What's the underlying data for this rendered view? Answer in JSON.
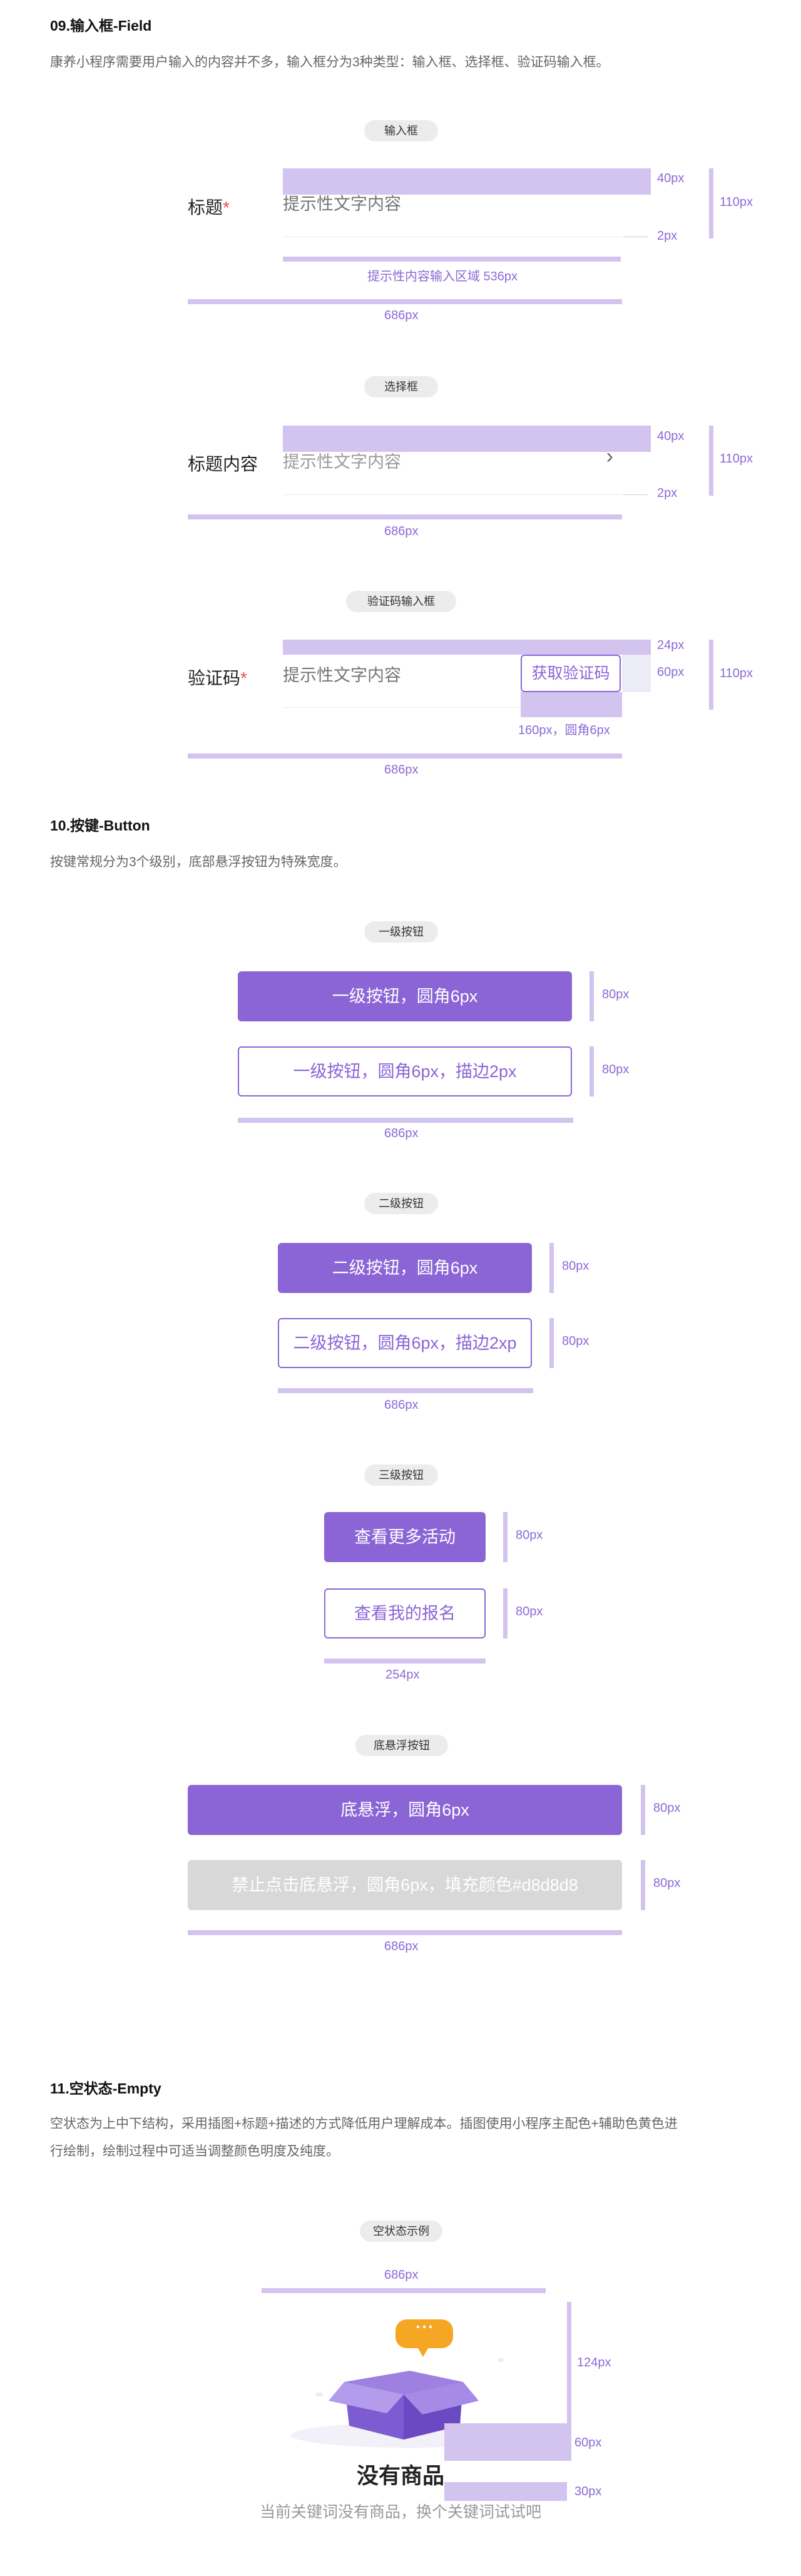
{
  "field": {
    "title": "09.输入框-Field",
    "desc": "康养小程序需要用户输入的内容并不多，输入框分为3种类型：输入框、选择框、验证码输入框。",
    "input_pill": "输入框",
    "select_pill": "选择框",
    "code_pill": "验证码输入框",
    "input_label": "标题",
    "select_label": "标题内容",
    "code_label": "验证码",
    "required_mark": "*",
    "placeholder": "提示性文字内容",
    "area_note": "提示性内容输入区域  536px",
    "code_button": "获取验证码",
    "code_note": "160px，圆角6px",
    "dim_40": "40px",
    "dim_2": "2px",
    "dim_110": "110px",
    "dim_24": "24px",
    "dim_60": "60px",
    "dim_686": "686px",
    "chevron": "›"
  },
  "button": {
    "title": "10.按键-Button",
    "desc": "按键常规分为3个级别，底部悬浮按钮为特殊宽度。",
    "level1_pill": "一级按钮",
    "level1_solid": "一级按钮，圆角6px",
    "level1_line": "一级按钮，圆角6px，描边2px",
    "level2_pill": "二级按钮",
    "level2_solid": "二级按钮，圆角6px",
    "level2_line": "二级按钮，圆角6px，描边2xp",
    "level3_pill": "三级按钮",
    "level3_solid": "查看更多活动",
    "level3_line": "查看我的报名",
    "bottom_pill": "底悬浮按钮",
    "bottom_solid": "底悬浮，圆角6px",
    "bottom_disabled": "禁止点击底悬浮，圆角6px，填充颜色#d8d8d8",
    "dim_80": "80px",
    "dim_686": "686px",
    "dim_254": "254px"
  },
  "empty": {
    "title": "11.空状态-Empty",
    "desc1": "空状态为上中下结构，采用插图+标题+描述的方式降低用户理解成本。插图使用小程序主配色+辅助色黄色进",
    "desc2": "行绘制，绘制过程中可适当调整颜色明度及纯度。",
    "pill": "空状态示例",
    "dim_686": "686px",
    "dim_124": "124px",
    "dim_60": "60px",
    "dim_30": "30px",
    "heading": "没有商品",
    "sub": "当前关键词没有商品，换个关键词试试吧",
    "bubble_dots": "• • •"
  },
  "colors": {
    "primary": "#8b65d6",
    "primary_light": "#d2c3ef",
    "disabled": "#d8d8d8",
    "accent_yellow": "#f5a623",
    "required": "#e84a5f"
  }
}
